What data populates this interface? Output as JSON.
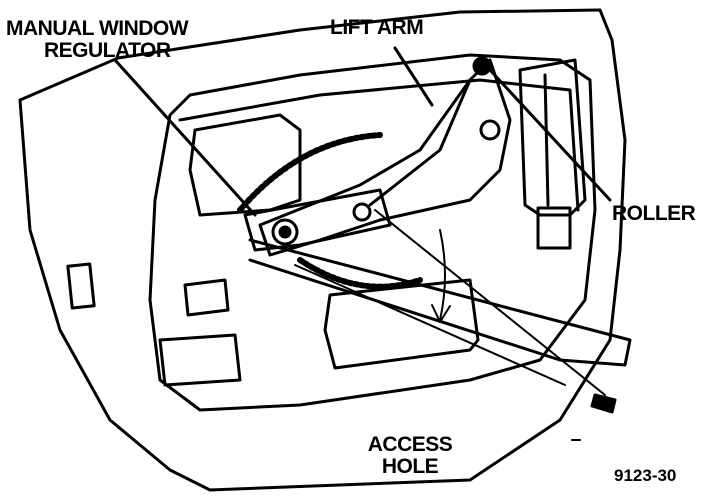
{
  "labels": {
    "manual_regulator_line1": "MANUAL WINDOW",
    "manual_regulator_line2": "REGULATOR",
    "lift_arm": "LIFT ARM",
    "roller": "ROLLER",
    "access_hole_line1": "ACCESS",
    "access_hole_line2": "HOLE"
  },
  "figure_number": "9123-30",
  "colors": {
    "ink": "#000000",
    "paper": "#ffffff"
  }
}
